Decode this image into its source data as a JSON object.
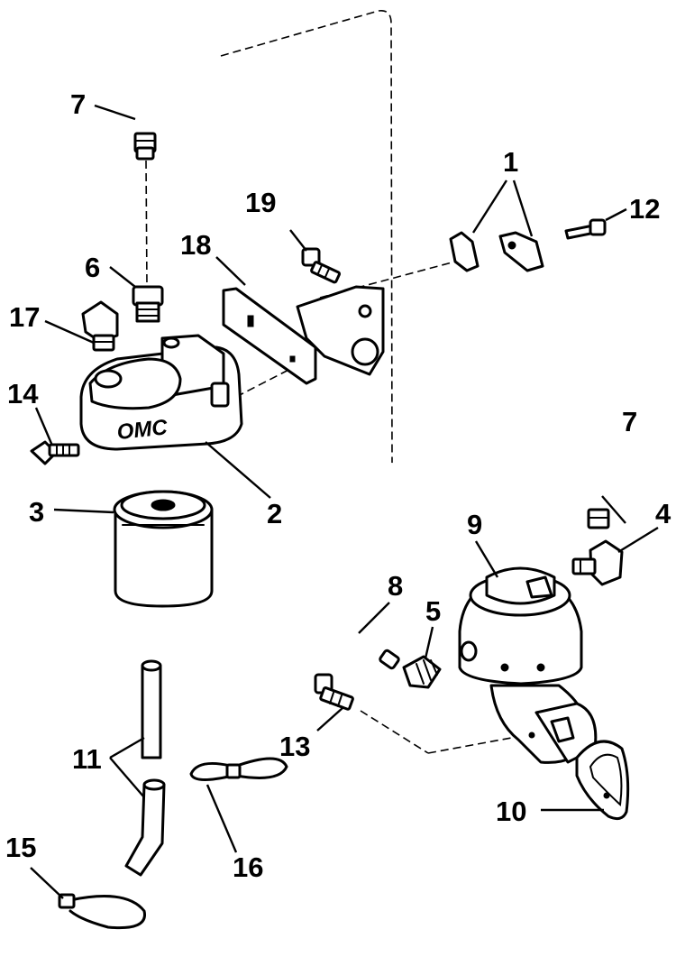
{
  "diagram": {
    "logo_text": "OMC",
    "callouts": [
      {
        "id": "c1",
        "number": "1"
      },
      {
        "id": "c2",
        "number": "2"
      },
      {
        "id": "c3",
        "number": "3"
      },
      {
        "id": "c4",
        "number": "4"
      },
      {
        "id": "c5",
        "number": "5"
      },
      {
        "id": "c6",
        "number": "6"
      },
      {
        "id": "c7a",
        "number": "7"
      },
      {
        "id": "c7b",
        "number": "7"
      },
      {
        "id": "c8",
        "number": "8"
      },
      {
        "id": "c9",
        "number": "9"
      },
      {
        "id": "c10",
        "number": "10"
      },
      {
        "id": "c11",
        "number": "11"
      },
      {
        "id": "c12",
        "number": "12"
      },
      {
        "id": "c13",
        "number": "13"
      },
      {
        "id": "c14",
        "number": "14"
      },
      {
        "id": "c15",
        "number": "15"
      },
      {
        "id": "c16",
        "number": "16"
      },
      {
        "id": "c17",
        "number": "17"
      },
      {
        "id": "c18",
        "number": "18"
      },
      {
        "id": "c19",
        "number": "19"
      }
    ]
  }
}
